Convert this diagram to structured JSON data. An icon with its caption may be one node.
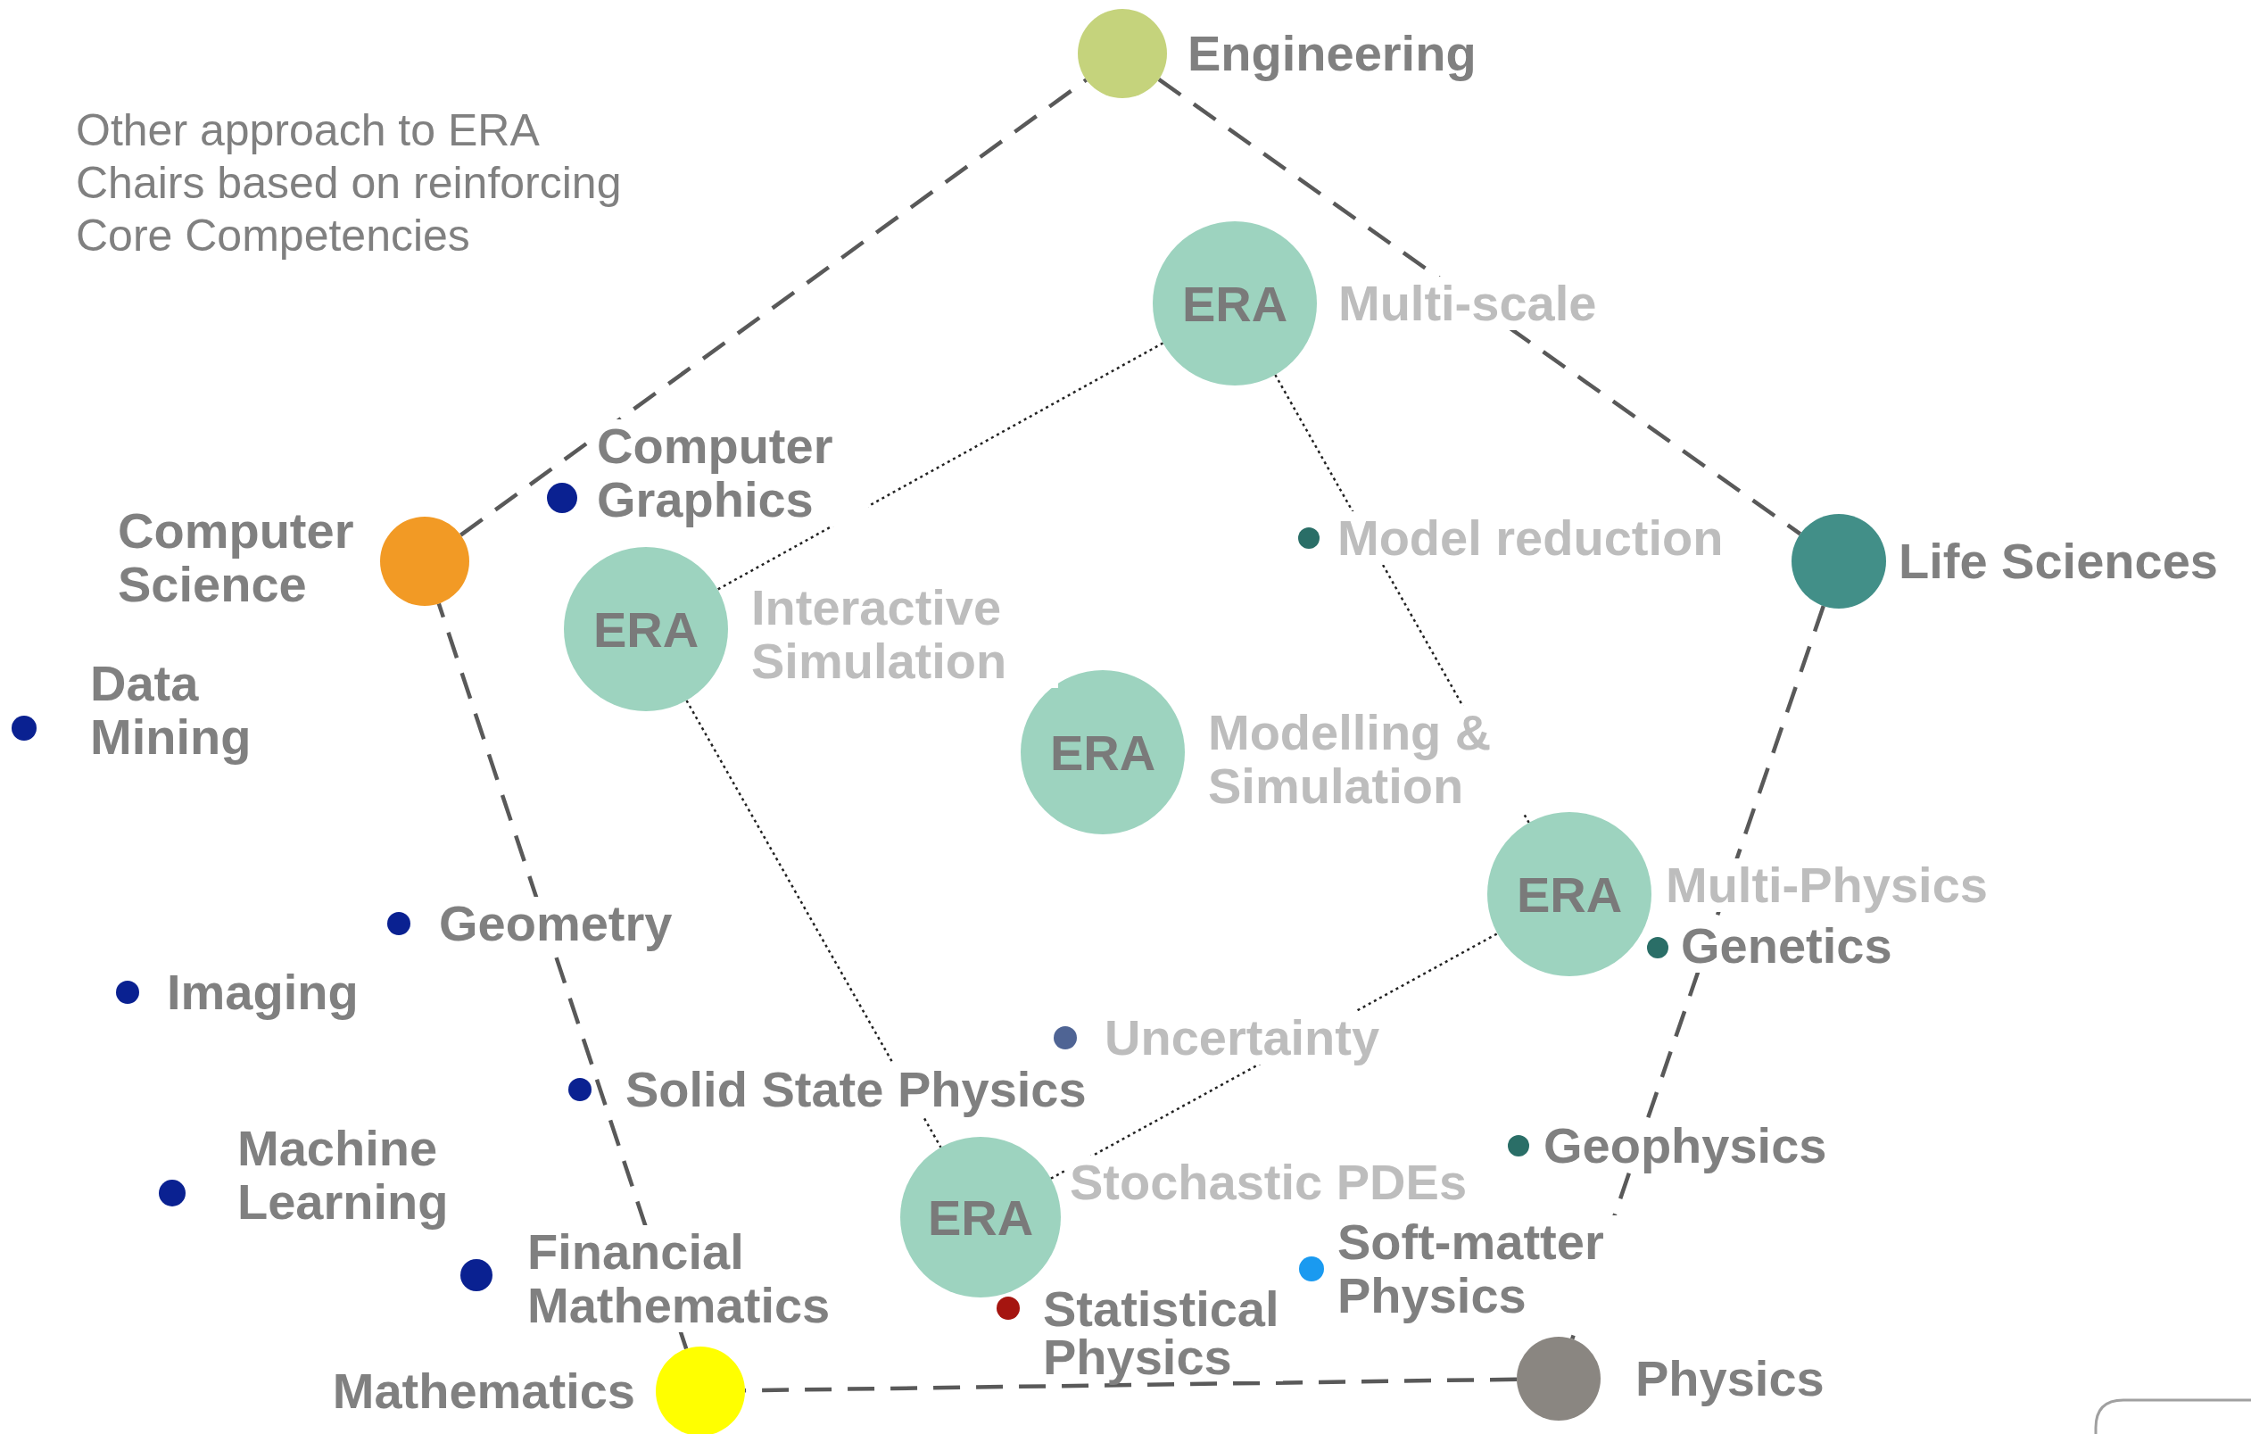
{
  "diagram": {
    "title": "Other approach to ERA Chairs based on reinforcing Core Competencies",
    "nodes": [
      {
        "text": [],
        "shape": "circle",
        "beside": [
          "Engineering"
        ]
      },
      {
        "text": [
          "ERA"
        ],
        "beside": [
          "Multi-scale"
        ]
      },
      {
        "text": [],
        "shape": "circle",
        "beside": [
          "Computer Graphics"
        ]
      },
      {
        "text": [],
        "shape": "circle",
        "beside": [
          "Computer Science"
        ]
      },
      {
        "text": [],
        "shape": "circle",
        "beside": [
          "Model reduction"
        ]
      },
      {
        "text": [],
        "shape": "circle",
        "beside": [
          "Life Sciences"
        ]
      },
      {
        "text": [
          "ERA"
        ],
        "beside": [
          "Interactive Simulation"
        ]
      },
      {
        "text": [],
        "shape": "circle",
        "beside": [
          "Data Mining"
        ]
      },
      {
        "text": [
          "ERA"
        ],
        "beside": [
          "Modelling & Simulation"
        ]
      },
      {
        "text": [
          "ERA"
        ],
        "beside": [
          "Multi-Physics"
        ]
      },
      {
        "text": [],
        "shape": "circle",
        "beside": [
          "Genetics"
        ]
      },
      {
        "text": [],
        "shape": "circle",
        "beside": [
          "Geometry"
        ]
      },
      {
        "text": [],
        "shape": "circle",
        "beside": [
          "Imaging"
        ]
      },
      {
        "text": [],
        "shape": "circle",
        "beside": [
          "Uncertainty"
        ]
      },
      {
        "text": [],
        "shape": "circle",
        "beside": [
          "Solid State Physics"
        ]
      },
      {
        "text": [],
        "shape": "circle",
        "beside": [
          "Geophysics"
        ]
      },
      {
        "text": [],
        "shape": "circle",
        "beside": [
          "Machine Learning"
        ]
      },
      {
        "text": [
          "ERA"
        ],
        "beside": [
          "Stochastic PDEs"
        ]
      },
      {
        "text": [],
        "shape": "circle",
        "beside": [
          "Soft-matter Physics"
        ]
      },
      {
        "text": [],
        "shape": "circle",
        "beside": [
          "Financial Mathematics"
        ]
      },
      {
        "text": [],
        "shape": "circle",
        "beside": [
          "Statistical Physics"
        ]
      },
      {
        "text": [],
        "shape": "circle",
        "beside": [
          "Physics"
        ]
      },
      {
        "text": [],
        "shape": "circle",
        "beside": [
          "Mathematics"
        ]
      }
    ],
    "edges": [
      {
        "from": 0,
        "to": 5,
        "arrow": "none",
        "style": "dashed"
      },
      {
        "from": 5,
        "to": 21,
        "arrow": "none",
        "style": "dashed"
      },
      {
        "from": 21,
        "to": 22,
        "arrow": "none",
        "style": "dashed"
      },
      {
        "from": 22,
        "to": 3,
        "arrow": "none",
        "style": "dashed"
      },
      {
        "from": 3,
        "to": 0,
        "arrow": "none",
        "style": "dashed"
      },
      {
        "from": 1,
        "to": 6,
        "arrow": "none",
        "color": "#222222"
      },
      {
        "from": 6,
        "to": 17,
        "arrow": "none",
        "color": "#222222"
      },
      {
        "from": 17,
        "to": 9,
        "arrow": "none",
        "color": "#222222"
      },
      {
        "from": 9,
        "to": 1,
        "arrow": "none",
        "color": "#222222"
      }
    ]
  }
}
